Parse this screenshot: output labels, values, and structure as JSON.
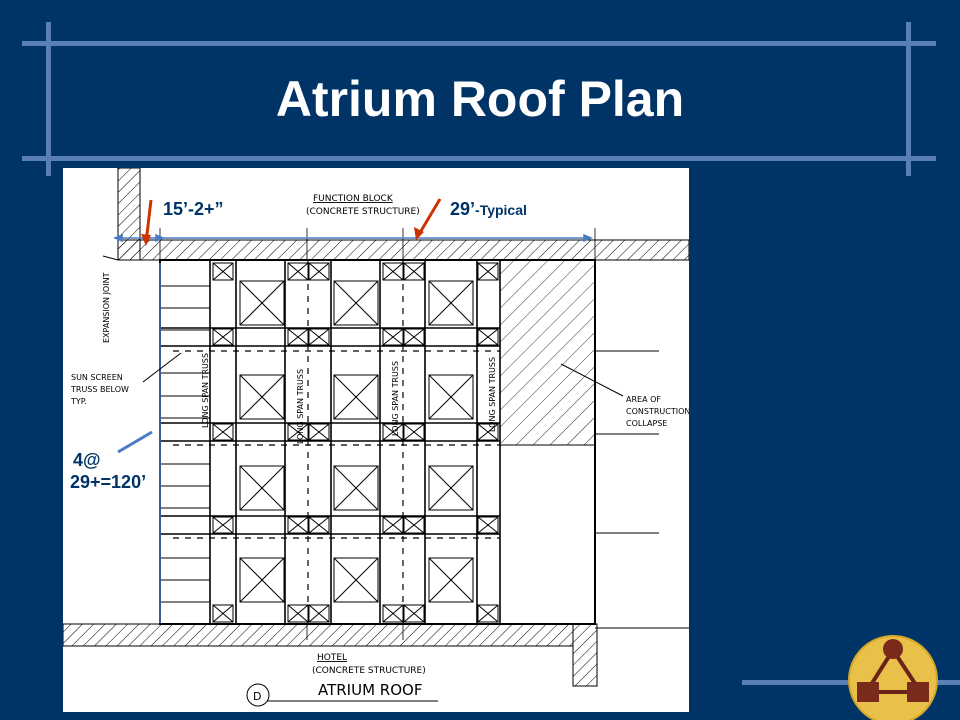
{
  "slide": {
    "title": "Atrium Roof Plan",
    "background_color": "#003366",
    "frame_color": "#5a7fb5",
    "arrow_color": "#cc3300"
  },
  "callouts": {
    "bay_width_left": "15’-2+”",
    "bay_width_typical_main": "29’",
    "bay_width_typical_suffix": "-Typical",
    "spacing_line1": "4@",
    "spacing_line2": "29+=120’"
  },
  "drawing": {
    "function_block_label": "FUNCTION BLOCK",
    "function_block_sub": "(CONCRETE STRUCTURE)",
    "hotel_label": "HOTEL",
    "hotel_sub": "(CONCRETE STRUCTURE)",
    "expansion_joint_label": "EXPANSION JOINT",
    "sun_screen_label": [
      "SUN SCREEN",
      "TRUSS BELOW",
      "TYP."
    ],
    "collapse_label": [
      "AREA OF",
      "CONSTRUCTION",
      "COLLAPSE"
    ],
    "long_span_truss_label": "LONG SPAN TRUSS",
    "drawing_title": "ATRIUM ROOF",
    "drawing_marker": "D"
  },
  "icons": {
    "logo": "organization-network-logo"
  }
}
